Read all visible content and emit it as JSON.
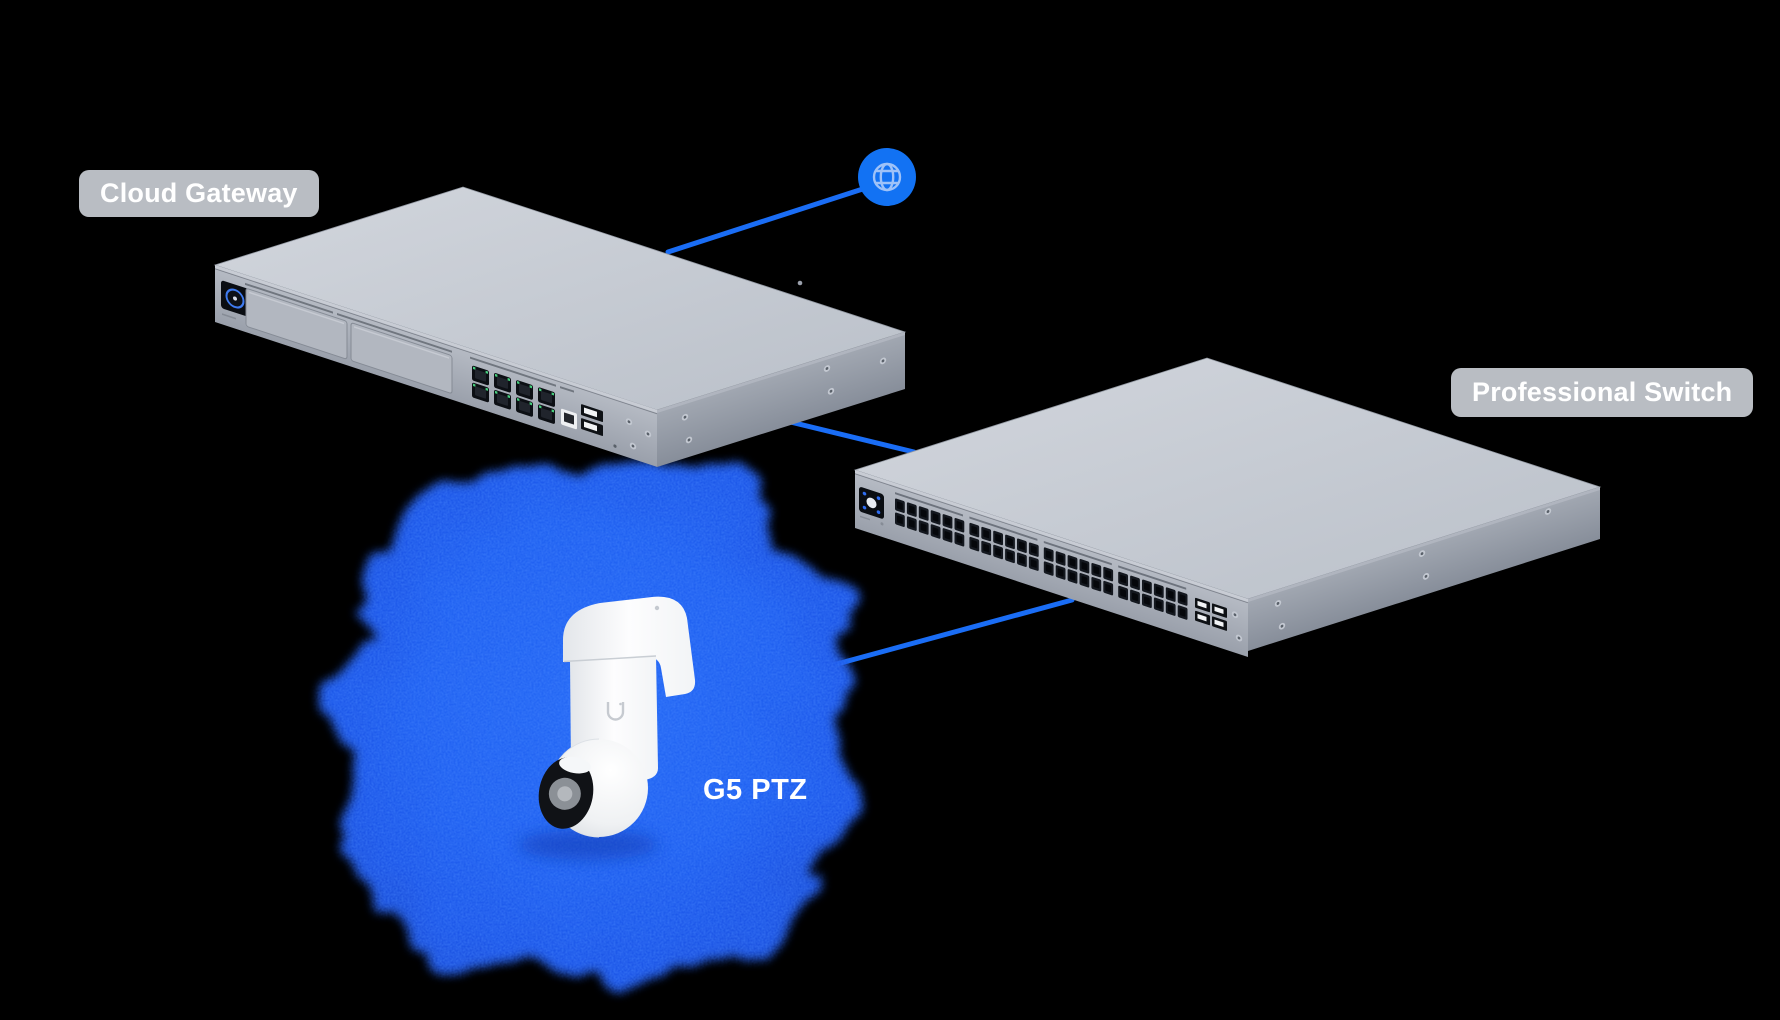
{
  "scene": {
    "background_color": "#000000",
    "accent_blue": "#1a6df5",
    "glow_blue": "#1f60f1",
    "label_bg": "#b9bdc3",
    "label_text_color": "#ffffff",
    "device_gray": "#c3c7d0"
  },
  "labels": {
    "cloud_gateway": "Cloud Gateway",
    "professional_switch": "Professional Switch",
    "camera": "G5 PTZ"
  },
  "devices": [
    {
      "id": "cloud-gateway",
      "label": "Cloud Gateway",
      "type": "rack-gateway"
    },
    {
      "id": "professional-switch",
      "label": "Professional Switch",
      "type": "48-port-rack-switch"
    },
    {
      "id": "g5-ptz",
      "label": "G5 PTZ",
      "type": "ptz-camera"
    }
  ],
  "icons": [
    {
      "name": "globe-icon",
      "meaning": "internet-uplink",
      "circle_color": "#1272f3",
      "glyph_color": "#9ec2f8"
    }
  ],
  "connections": [
    {
      "from": "internet-globe",
      "to": "cloud-gateway"
    },
    {
      "from": "cloud-gateway",
      "to": "professional-switch"
    },
    {
      "from": "professional-switch",
      "to": "g5-ptz"
    }
  ]
}
